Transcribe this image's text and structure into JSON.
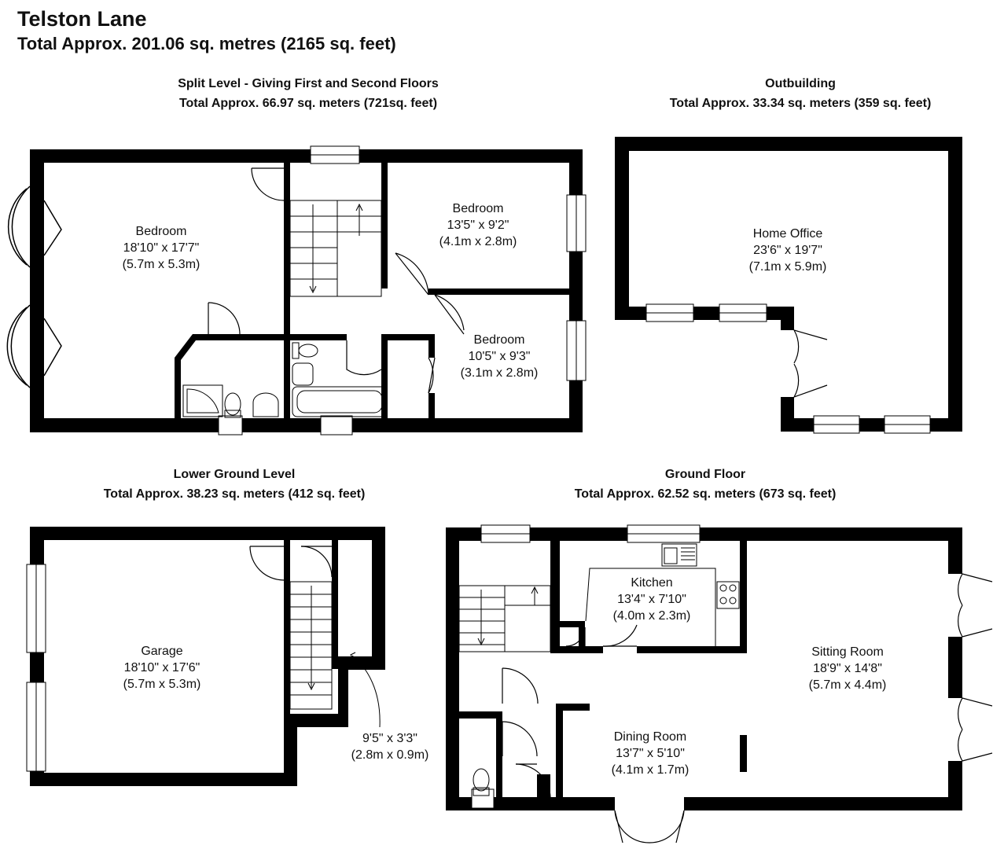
{
  "header": {
    "title": "Telston Lane",
    "subtitle": "Total Approx. 201.06 sq. metres (2165 sq. feet)"
  },
  "sections": {
    "first": {
      "name": "Split Level - Giving First and Second Floors",
      "area": "Total Approx. 66.97 sq. meters (721sq. feet)"
    },
    "outbuilding": {
      "name": "Outbuilding",
      "area": "Total Approx. 33.34 sq. meters (359 sq. feet)"
    },
    "lower": {
      "name": "Lower Ground Level",
      "area": "Total Approx. 38.23 sq. meters (412 sq. feet)"
    },
    "ground": {
      "name": "Ground Floor",
      "area": "Total Approx. 62.52 sq. meters (673 sq. feet)"
    }
  },
  "rooms": {
    "bedroom1": {
      "name": "Bedroom",
      "imperial": "18'10\" x 17'7\"",
      "metric": "(5.7m x 5.3m)"
    },
    "bedroom2": {
      "name": "Bedroom",
      "imperial": "13'5\" x 9'2\"",
      "metric": "(4.1m x 2.8m)"
    },
    "bedroom3": {
      "name": "Bedroom",
      "imperial": "10'5\" x 9'3\"",
      "metric": "(3.1m x 2.8m)"
    },
    "home_office": {
      "name": "Home Office",
      "imperial": "23'6\" x 19'7\"",
      "metric": "(7.1m x 5.9m)"
    },
    "garage": {
      "name": "Garage",
      "imperial": "18'10\" x 17'6\"",
      "metric": "(5.7m x 5.3m)"
    },
    "store": {
      "imperial": "9'5\" x 3'3\"",
      "metric": "(2.8m x 0.9m)"
    },
    "kitchen": {
      "name": "Kitchen",
      "imperial": "13'4\" x 7'10\"",
      "metric": "(4.0m x 2.3m)"
    },
    "sitting_room": {
      "name": "Sitting Room",
      "imperial": "18'9\" x 14'8\"",
      "metric": "(5.7m x 4.4m)"
    },
    "dining_room": {
      "name": "Dining Room",
      "imperial": "13'7\" x 5'10\"",
      "metric": "(4.1m x 1.7m)"
    }
  }
}
